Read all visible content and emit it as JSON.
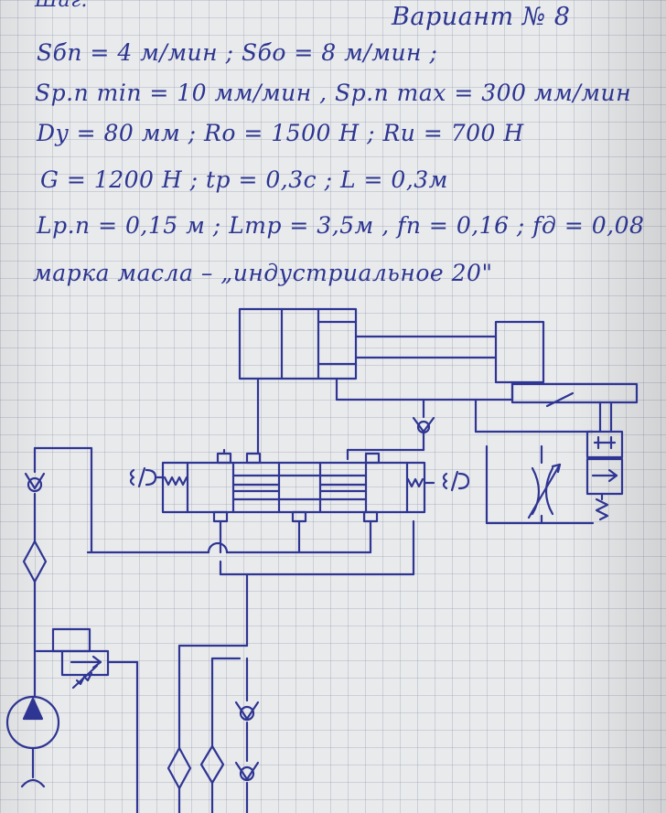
{
  "note": {
    "top_fragment": "Шаг:",
    "title": "Вариант № 8",
    "lines": [
      "Sбп = 4 м/мин ;   Sбо = 8 м/мин ;",
      "Sр.п min = 10 мм/мин ,   Sр.п max = 300 мм/мин",
      "Dy = 80 мм ;   Ro = 1500 Н ;   Rи = 700 Н",
      "G = 1200 Н ;   tр = 0,3с ;   L = 0,3м",
      "Lр.п = 0,15 м ;   Lтр = 3,5м ,  fп = 0,16 ; fд = 0,08",
      "марка масла – „индустриальное 20\""
    ]
  },
  "schematic": {
    "ink_color": "#2e3592",
    "paper_color": "#e9eaec",
    "grid_color": "#a4acbd"
  }
}
